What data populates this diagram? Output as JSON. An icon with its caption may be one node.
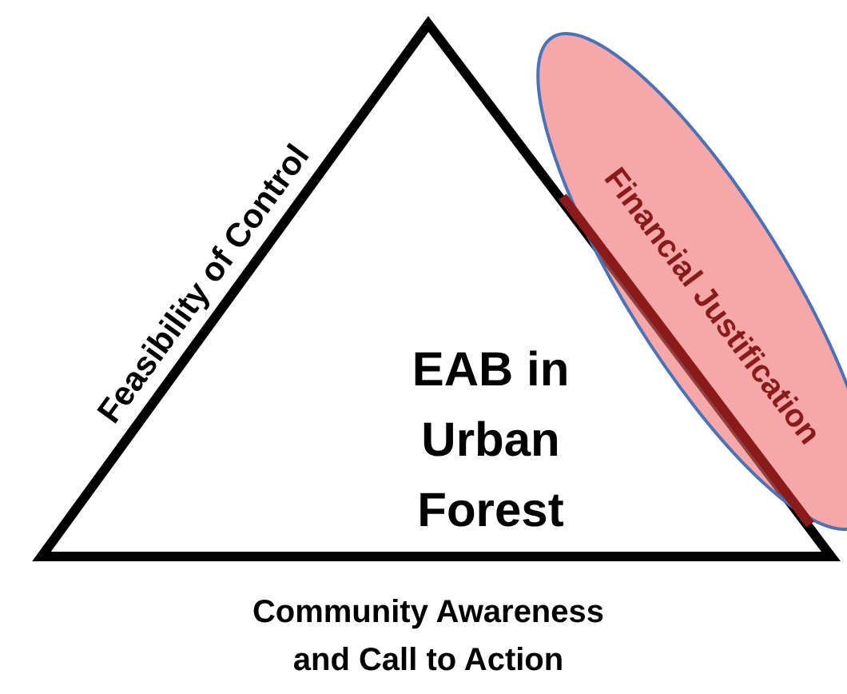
{
  "diagram": {
    "nodes": [
      {
        "text": [
          "EAB in Urban Forest"
        ],
        "beside": [
          "Feasibility of Control",
          "Community Awareness and Call to Action"
        ]
      },
      {
        "text": [
          "Financial Justification"
        ]
      }
    ],
    "edges": []
  }
}
